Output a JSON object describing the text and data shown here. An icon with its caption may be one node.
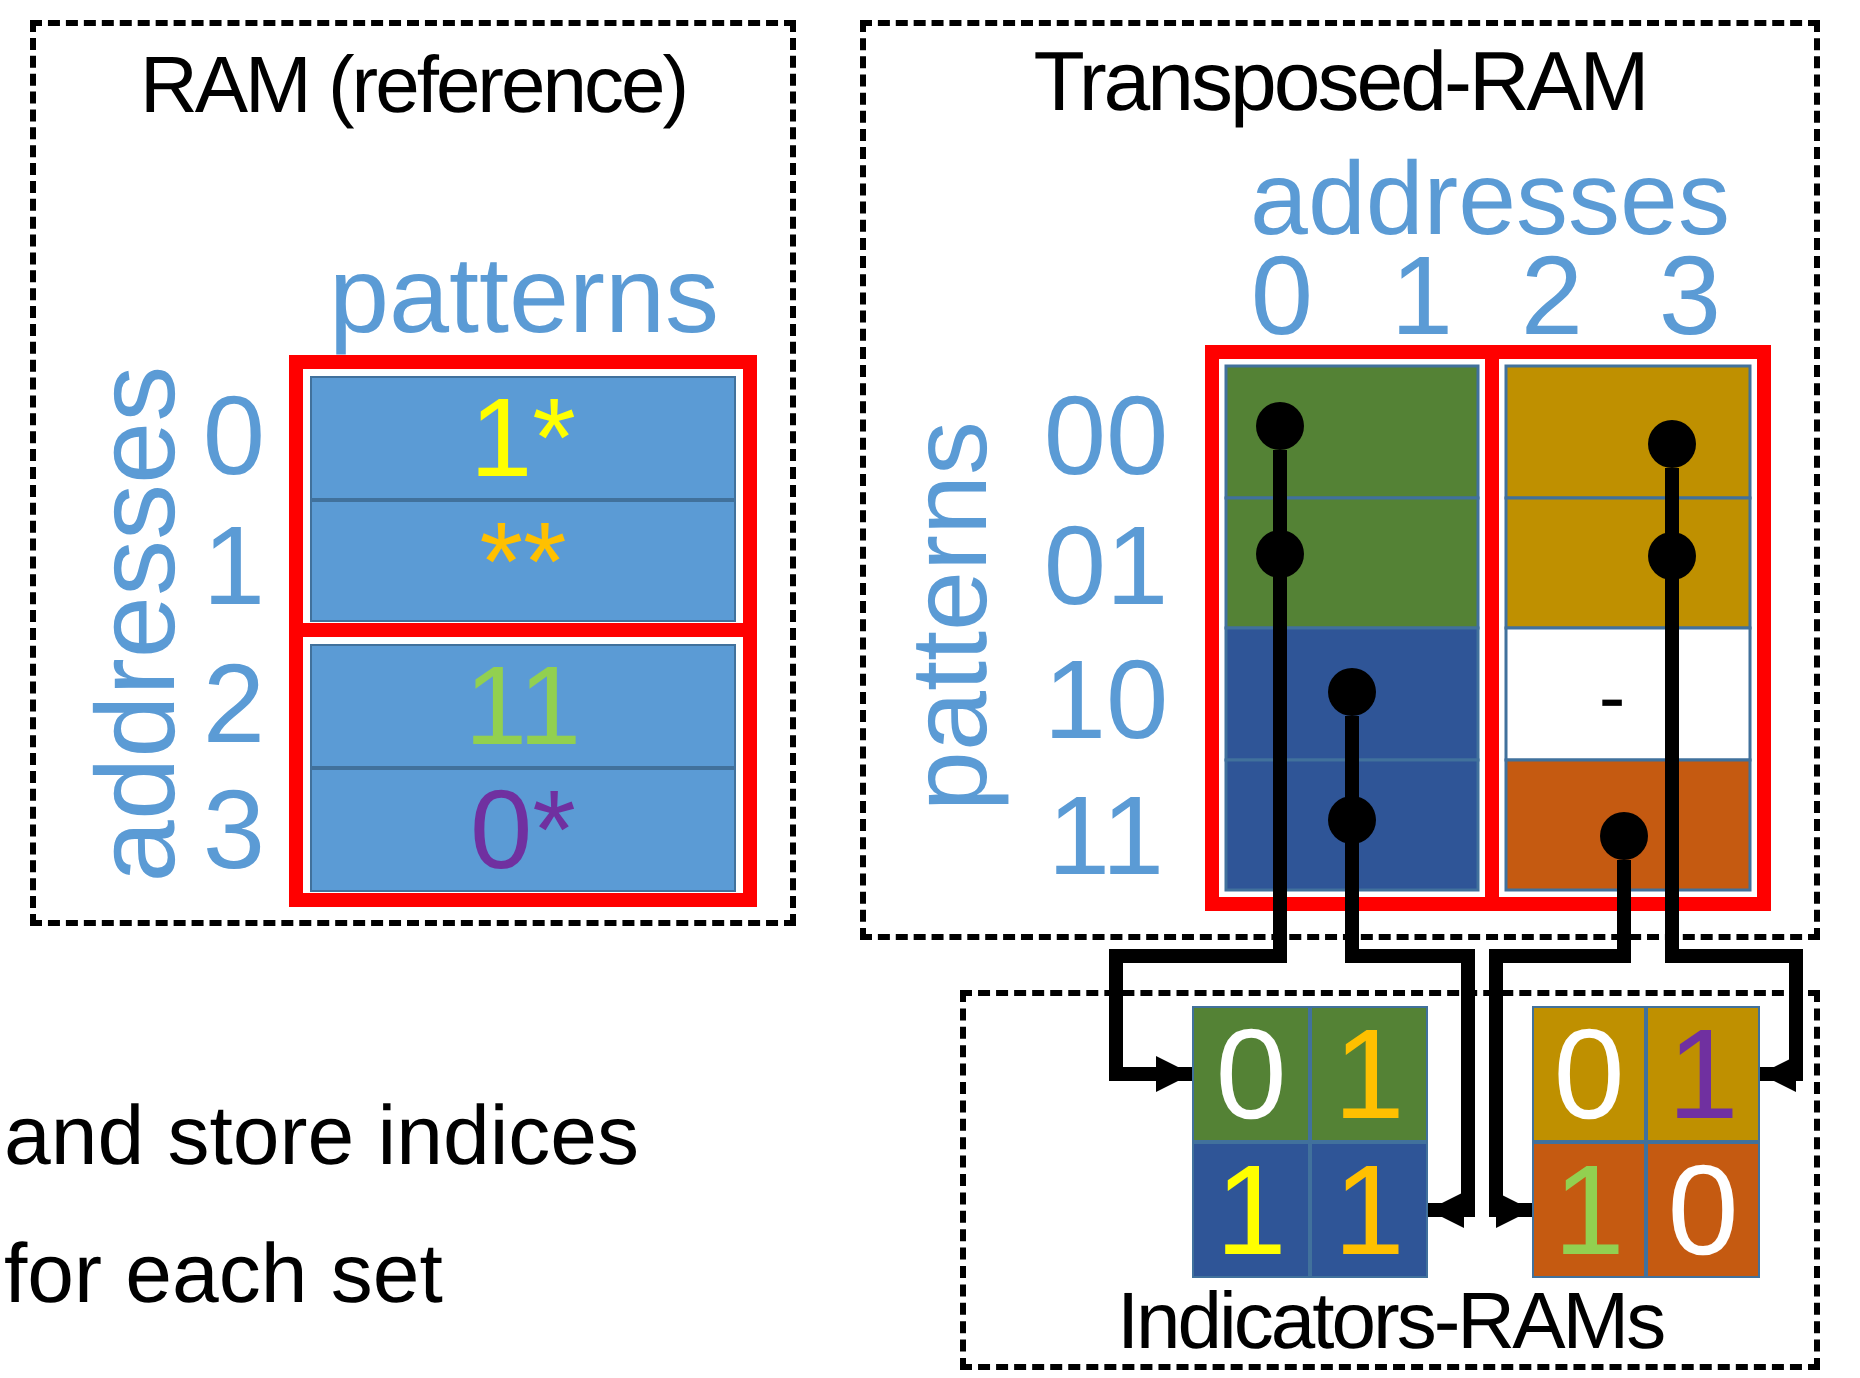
{
  "diagram": {
    "nodes": [
      {
        "text": [
          "RAM (reference)"
        ]
      },
      {
        "text": [
          "1*"
        ],
        "in": 0
      },
      {
        "text": [
          "**"
        ],
        "in": 0
      },
      {
        "text": [
          "11"
        ],
        "in": 0
      },
      {
        "text": [
          "0*"
        ],
        "in": 0
      },
      {
        "text": [
          "Transposed-RAM"
        ]
      },
      {
        "text": [],
        "shape": "circle",
        "in": 5
      },
      {
        "text": [],
        "shape": "circle",
        "in": 5
      },
      {
        "text": [],
        "shape": "circle",
        "in": 5
      },
      {
        "text": [],
        "shape": "circle",
        "in": 5
      },
      {
        "text": [],
        "shape": "circle",
        "in": 5
      },
      {
        "text": [],
        "shape": "circle",
        "in": 5
      },
      {
        "text": [],
        "shape": "circle",
        "in": 5
      },
      {
        "text": [
          "Indicators-RAMs"
        ]
      },
      {
        "text": [
          "0"
        ],
        "in": 13
      },
      {
        "text": [
          "1"
        ],
        "in": 13
      },
      {
        "text": [
          "0"
        ],
        "in": 13
      },
      {
        "text": [
          "1"
        ],
        "in": 13
      },
      {
        "text": [
          "1"
        ],
        "in": 13
      },
      {
        "text": [
          "1"
        ],
        "in": 13
      },
      {
        "text": [
          "1"
        ],
        "in": 13
      },
      {
        "text": [
          "0"
        ],
        "in": 13
      }
    ],
    "edges": [
      {
        "from": 6,
        "to": 14,
        "arrow": "to"
      },
      {
        "from": 8,
        "to": 14,
        "arrow": "to"
      },
      {
        "from": 10,
        "to": 19,
        "arrow": "to"
      },
      {
        "from": 11,
        "to": 19,
        "arrow": "to"
      },
      {
        "from": 12,
        "to": 20,
        "arrow": "to"
      },
      {
        "from": 7,
        "to": 17,
        "arrow": "to"
      },
      {
        "from": 9,
        "to": 17,
        "arrow": "to"
      }
    ],
    "labels": [
      "patterns",
      "addresses",
      "0",
      "1",
      "2",
      "3",
      "addresses",
      "0",
      "1",
      "2",
      "3",
      "patterns",
      "00",
      "01",
      "10",
      "11",
      "-",
      "and store indices",
      "for each set"
    ]
  }
}
